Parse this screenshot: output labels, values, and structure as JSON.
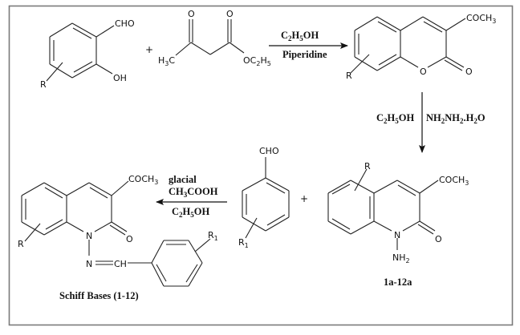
{
  "scheme": {
    "title": "Synthesis of quinolinone Schiff bases",
    "frame_color": "#7a7a7a",
    "ink_color": "#222222",
    "reactants": {
      "salicylaldehyde": {
        "substituents": {
          "aldehyde": "CHO",
          "hydroxyl": "OH",
          "r_group": "R"
        }
      },
      "ethyl_acetoacetate": {
        "carbonyl_o1": "O",
        "carbonyl_o2": "O",
        "methyl": {
          "base": "H",
          "sub": "3",
          "tail": "C"
        },
        "ester": {
          "base": "OC",
          "sub1": "2",
          "mid": "H",
          "sub2": "5"
        }
      },
      "plus_1": "+"
    },
    "step1": {
      "above": {
        "parts": [
          "C",
          "2",
          "H",
          "5",
          "OH"
        ]
      },
      "below": "Piperidine"
    },
    "coumarin": {
      "acetyl": {
        "base": "COCH",
        "sub": "3"
      },
      "ring_o": "O",
      "carbonyl_o": "O",
      "r_group": "R"
    },
    "step2": {
      "left": {
        "parts": [
          "C",
          "2",
          "H",
          "5",
          "OH"
        ]
      },
      "right": {
        "parts": [
          "NH",
          "2",
          "NH",
          "2",
          ".H",
          "2",
          "O"
        ]
      }
    },
    "n_amino_quinolinone": {
      "acetyl": {
        "base": "COCH",
        "sub": "3"
      },
      "ring_n": "N",
      "carbonyl_o": "O",
      "amino": {
        "base": "NH",
        "sub": "2"
      },
      "r_group": "R",
      "label": "1a-12a"
    },
    "benzaldehyde": {
      "aldehyde": "CHO",
      "r_group": {
        "base": "R",
        "sub": "1"
      },
      "plus": "+"
    },
    "step3": {
      "line1": "glacial",
      "line2": {
        "parts": [
          "CH",
          "3",
          "COOH"
        ]
      },
      "below": {
        "parts": [
          "C",
          "2",
          "H",
          "5",
          "OH"
        ]
      }
    },
    "schiff_base": {
      "acetyl": {
        "base": "COCH",
        "sub": "3"
      },
      "ring_n": "N",
      "carbonyl_o": "O",
      "imine_n": "N",
      "imine_ch": "CH",
      "r_group": "R",
      "aryl_r_group": {
        "base": "R",
        "sub": "1"
      },
      "label": "Schiff Bases (1-12)"
    }
  }
}
